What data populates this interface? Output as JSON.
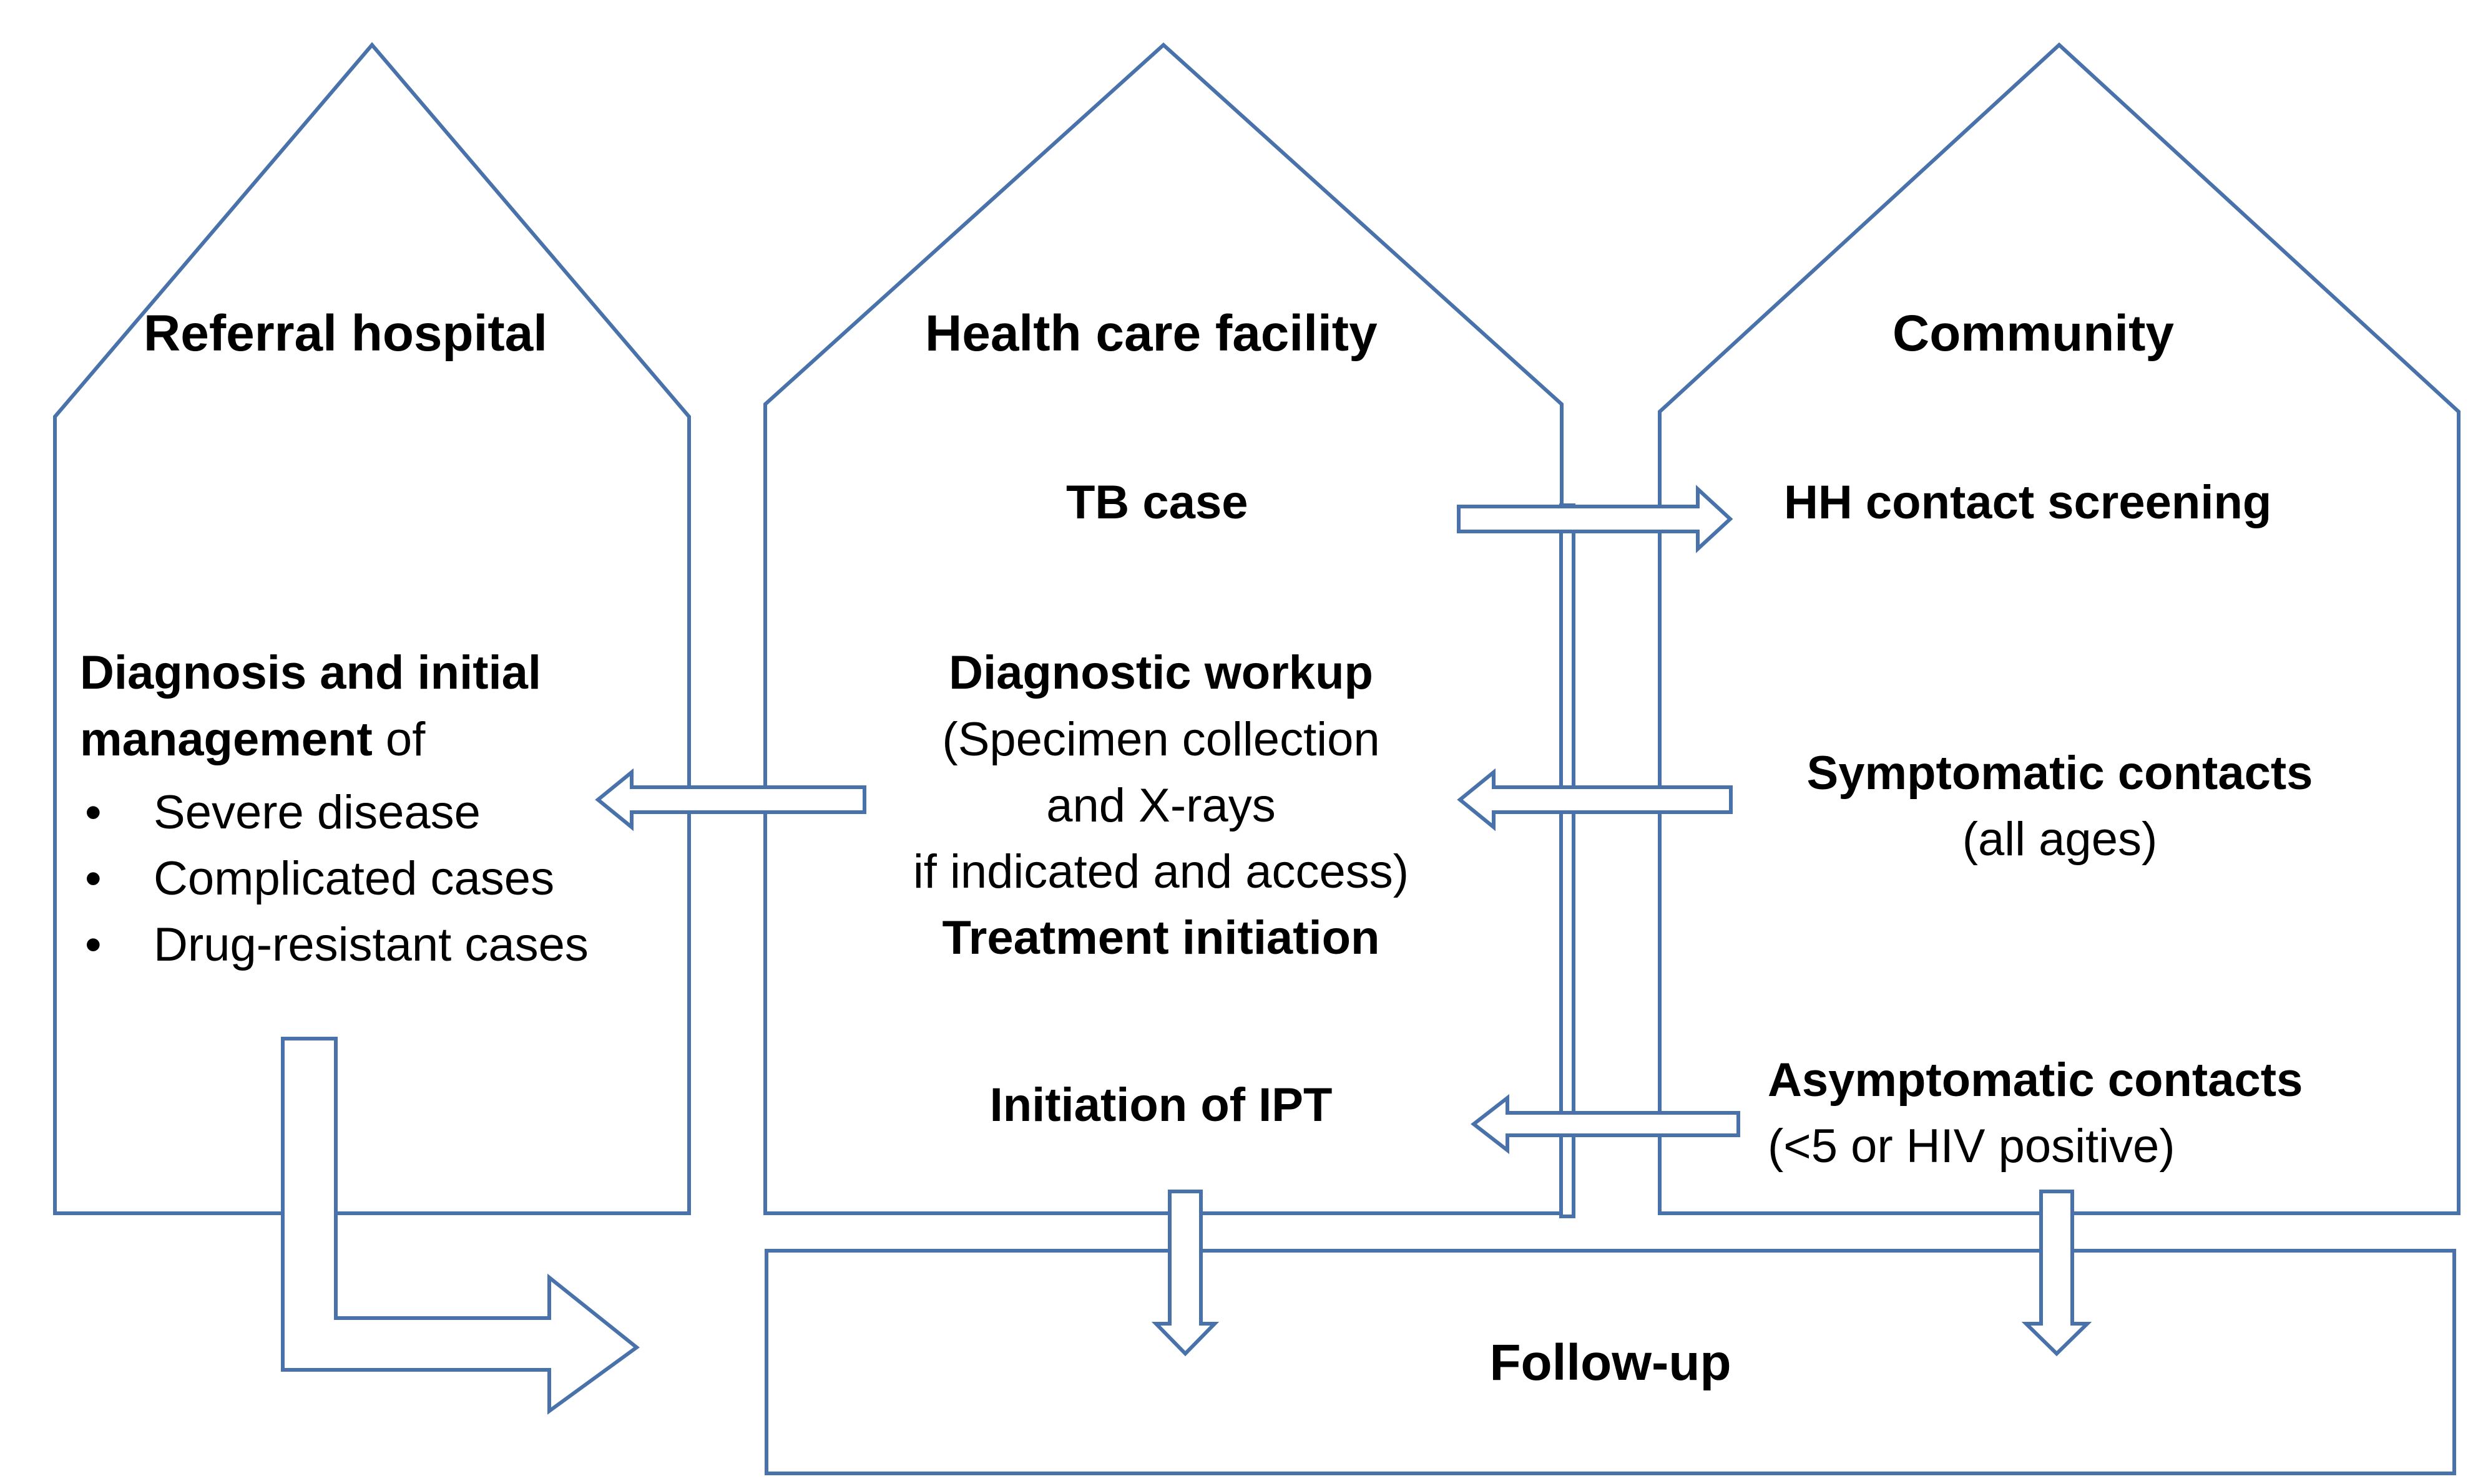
{
  "houses": {
    "referral": {
      "title": "Referral hospital"
    },
    "facility": {
      "title": "Health care facility"
    },
    "community": {
      "title": "Community"
    }
  },
  "referral": {
    "heading_line1": "Diagnosis and initial",
    "heading_line2_bold": "management",
    "heading_line2_rest": " of",
    "bullet_glyph": "•",
    "bullets": [
      "Severe disease",
      "Complicated cases",
      "Drug-resistant cases"
    ]
  },
  "facility": {
    "tb_case": "TB case",
    "diag_workup": "Diagnostic workup",
    "diag_line1": "(Specimen collection",
    "diag_line2": "and X-rays",
    "diag_line3": "if indicated and access)",
    "treatment": "Treatment initiation",
    "ipt": "Initiation of IPT"
  },
  "community": {
    "hh_screening": "HH contact screening",
    "symptomatic": "Symptomatic contacts",
    "symptomatic_sub": "(all ages)",
    "asymptomatic": "Asymptomatic contacts",
    "asymptomatic_sub": "(<5 or HIV positive)"
  },
  "followup": {
    "label": "Follow-up"
  },
  "colors": {
    "outline": "#4a72aa",
    "fill": "#ffffff",
    "text": "#000000"
  }
}
